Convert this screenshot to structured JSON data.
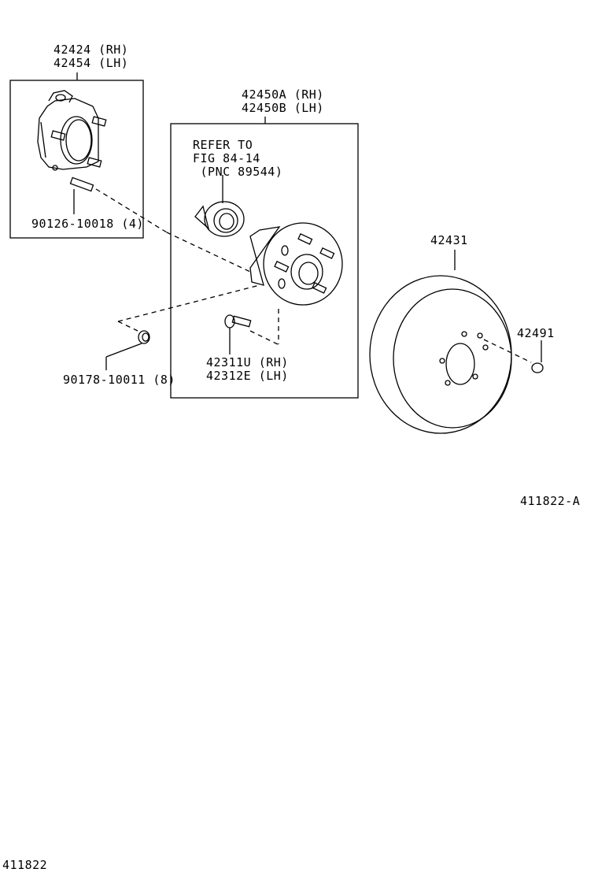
{
  "diagram": {
    "figure_id": "411822",
    "figure_variant": "411822-A",
    "parts": [
      {
        "id": "knuckle",
        "lines": [
          "42424 (RH)",
          "42454 (LH)"
        ]
      },
      {
        "id": "hub-bolt-stud",
        "lines": [
          "90126-10018 (4)"
        ]
      },
      {
        "id": "hub-assembly",
        "lines": [
          "42450A (RH)",
          "42450B (LH)"
        ]
      },
      {
        "id": "refer-note",
        "lines": [
          "REFER TO",
          "FIG 84-14",
          " (PNC 89544)"
        ]
      },
      {
        "id": "hub-bolt",
        "lines": [
          "42311U (RH)",
          "42312E (LH)"
        ]
      },
      {
        "id": "nut",
        "lines": [
          "90178-10011 (8)"
        ]
      },
      {
        "id": "disc",
        "lines": [
          "42431"
        ]
      },
      {
        "id": "disc-plug",
        "lines": [
          "42491"
        ]
      }
    ]
  }
}
